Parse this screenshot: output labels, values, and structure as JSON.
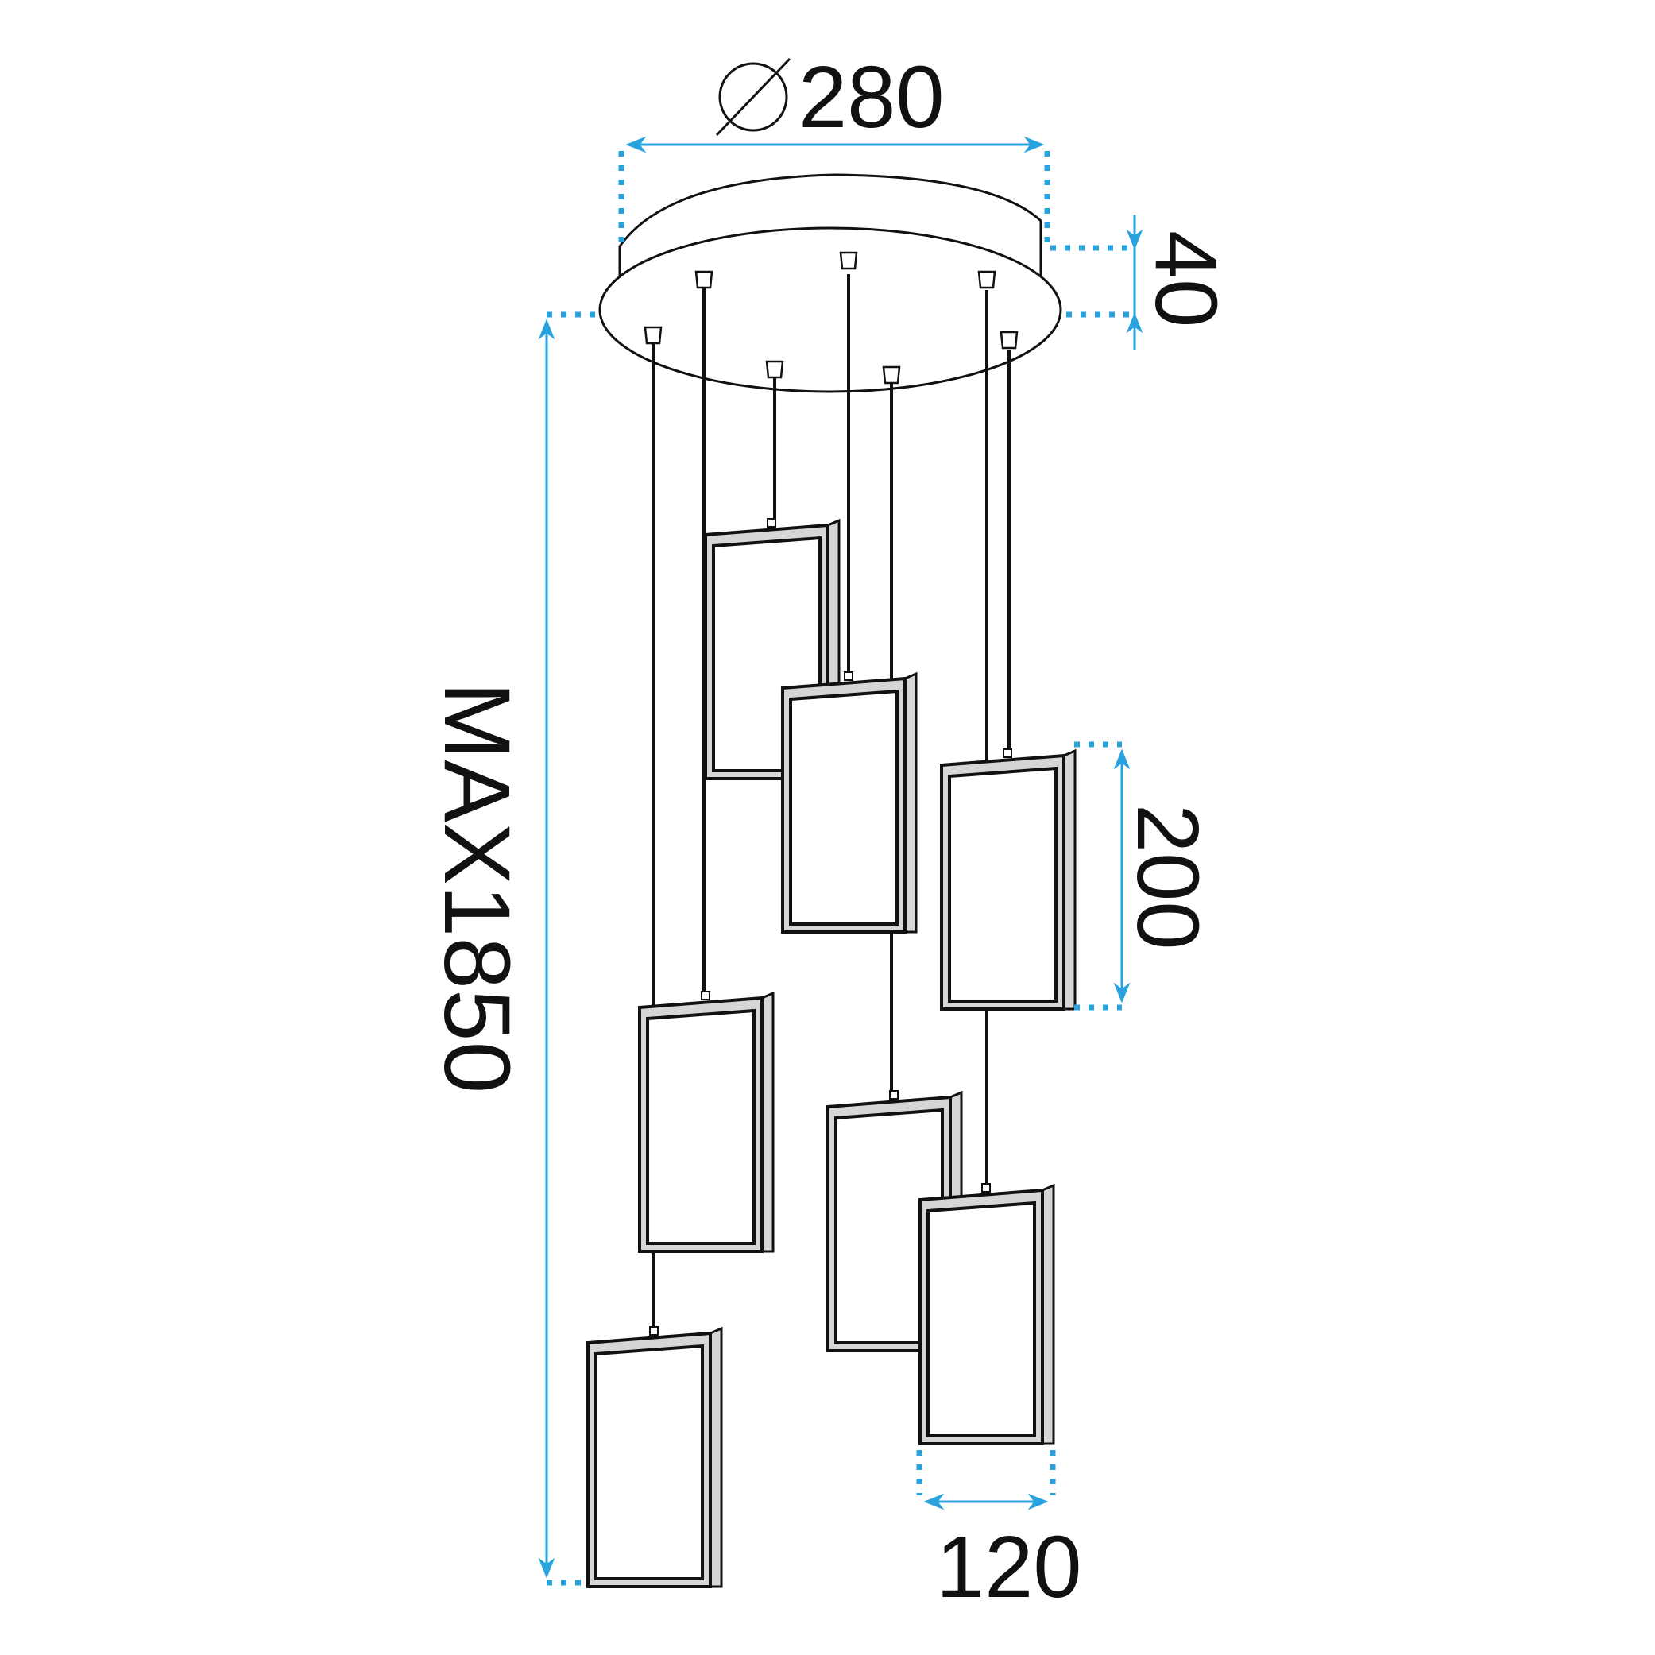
{
  "diagram": {
    "labels": {
      "canopy_diameter": "280",
      "canopy_height": "40",
      "max_height": "MAX1850",
      "frame_height": "200",
      "frame_width": "120"
    },
    "pendant_count": 7,
    "colors": {
      "line": "#111111",
      "dimension": "#29a3dd",
      "frame_fill": "#d6d6d6",
      "canopy_fill": "#ffffff"
    }
  }
}
